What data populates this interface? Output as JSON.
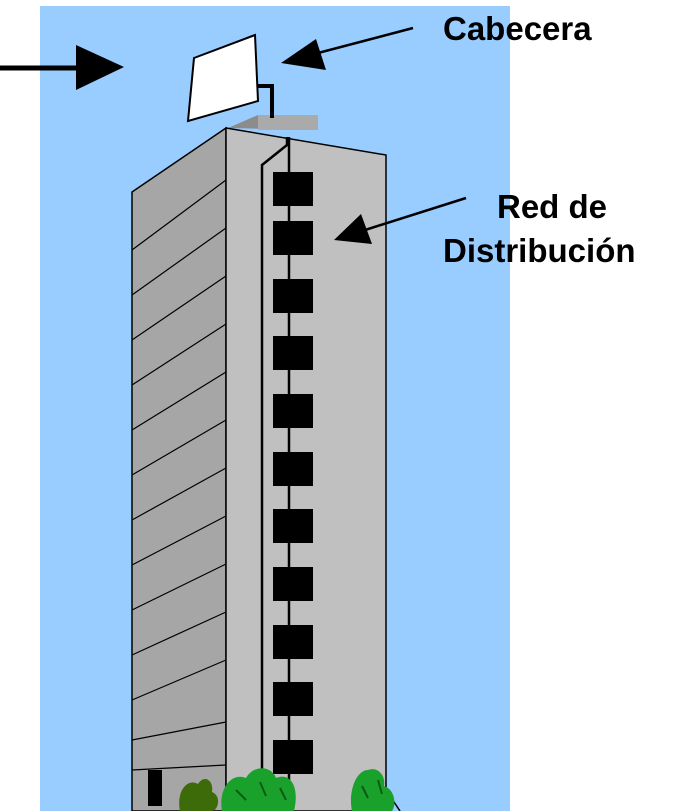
{
  "labels": {
    "head_end": "Cabecera",
    "distribution_line1": "Red de",
    "distribution_line2": "Distribución"
  },
  "colors": {
    "sky": "#99ccff",
    "building_front": "#c0c0c0",
    "building_side": "#a6a6a6",
    "roof": "#999999",
    "window": "#000000",
    "tree_light": "#1aa12b",
    "tree_dark": "#3e6b0a",
    "dish": "#ffffff"
  },
  "icons": [
    "arrow-icon",
    "satellite-dish-icon",
    "building-icon",
    "tree-icon"
  ]
}
